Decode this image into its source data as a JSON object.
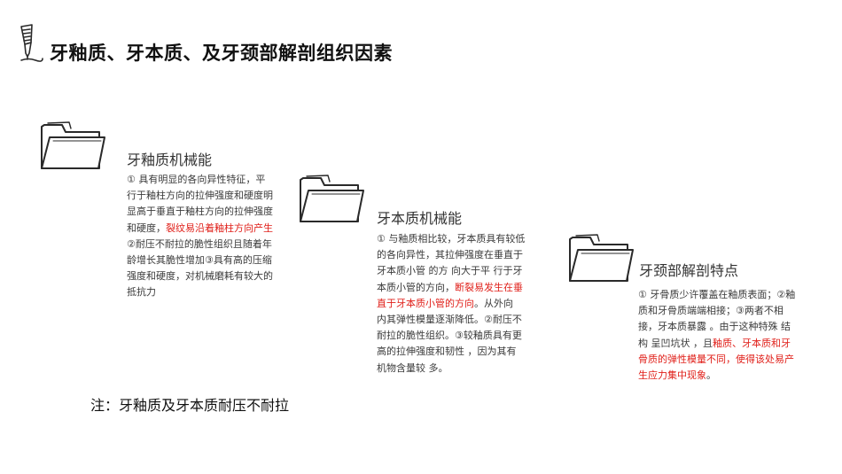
{
  "slide": {
    "title": "牙釉质、牙本质、及牙颈部解剖组织因素",
    "title_icon": "pen-nib-icon",
    "accent_color": "#e0201a",
    "cards": [
      {
        "icon": "folder-icon",
        "title": "牙釉质机械能",
        "body": [
          {
            "text": "① 具有明显的各向异性特征，平行于釉柱方向的拉伸强度和硬度明显高于垂直于釉柱方向的拉伸强度和硬度，",
            "highlight": false
          },
          {
            "text": "裂纹易沿着釉柱方向产生",
            "highlight": true
          },
          {
            "text": "②耐压不耐拉的脆性组织且随着年龄增长其脆性增加③具有高的压缩强度和硬度，对机械磨耗有较大的抵抗力",
            "highlight": false
          }
        ]
      },
      {
        "icon": "folder-icon",
        "title": "牙本质机械能",
        "body": [
          {
            "text": "① 与釉质相比较，牙本质具有较低的各向异性，其拉伸强度在垂直于牙本质小管 的方 向大于平 行于牙本质小管的方向，",
            "highlight": false
          },
          {
            "text": "断裂易发生在垂直于牙本质小管的方向",
            "highlight": true
          },
          {
            "text": "。从外向 内其弹性模量逐渐降低。②耐压不耐拉的脆性组织。③较釉质具有更高的拉伸强度和韧性 ，因为其有机物含量较 多。",
            "highlight": false
          }
        ]
      },
      {
        "icon": "folder-icon",
        "title": "牙颈部解剖特点",
        "body": [
          {
            "text": "① 牙骨质少许覆盖在釉质表面；②釉质和牙骨质端端相接；③两者不相接，牙本质暴露 。由于这种特殊 结构 呈凹坑状 ，且",
            "highlight": false
          },
          {
            "text": "釉质、牙本质和牙骨质的弹性模量不同，使得该处易产生应力集中现象",
            "highlight": true
          },
          {
            "text": "。",
            "highlight": false
          }
        ]
      }
    ],
    "note": "注：牙釉质及牙本质耐压不耐拉"
  }
}
